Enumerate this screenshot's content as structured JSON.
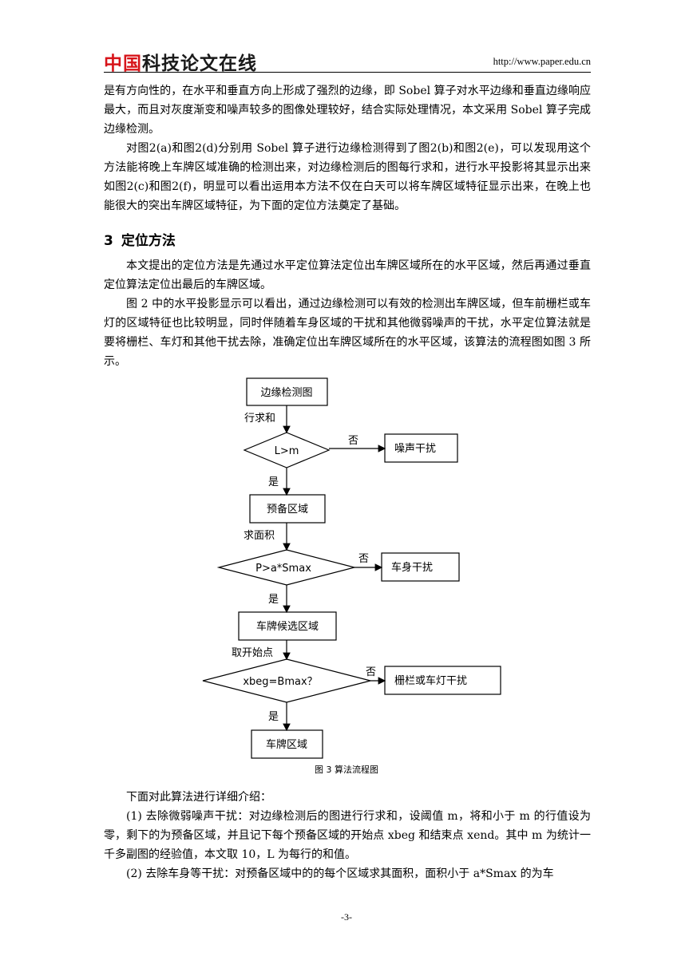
{
  "header": {
    "logo_red": "中国",
    "logo_dark": "科技论文在线",
    "url": "http://www.paper.edu.cn"
  },
  "paragraphs_top": [
    "是有方向性的，在水平和垂直方向上形成了强烈的边缘，即 Sobel 算子对水平边缘和垂直边缘响应最大，而且对灰度渐变和噪声较多的图像处理较好，结合实际处理情况，本文采用 Sobel 算子完成边缘检测。",
    "对图2(a)和图2(d)分别用 Sobel 算子进行边缘检测得到了图2(b)和图2(e)，可以发现用这个方法能将晚上车牌区域准确的检测出来，对边缘检测后的图每行求和，进行水平投影将其显示出来如图2(c)和图2(f)，明显可以看出运用本方法不仅在白天可以将车牌区域特征显示出来，在晚上也能很大的突出车牌区域特征，为下面的定位方法奠定了基础。"
  ],
  "section": {
    "number": "3",
    "title": "定位方法"
  },
  "paragraphs_mid": [
    "本文提出的定位方法是先通过水平定位算法定位出车牌区域所在的水平区域，然后再通过垂直定位算法定位出最后的车牌区域。",
    "图 2 中的水平投影显示可以看出，通过边缘检测可以有效的检测出车牌区域，但车前栅栏或车灯的区域特征也比较明显，同时伴随着车身区域的干扰和其他微弱噪声的干扰，水平定位算法就是要将栅栏、车灯和其他干扰去除，准确定位出车牌区域所在的水平区域，该算法的流程图如图 3 所示。"
  ],
  "flowchart": {
    "start": "边缘检测图",
    "step1": "行求和",
    "cond1": "L>m",
    "no1_result": "噪声干扰",
    "box2": "预备区域",
    "step2": "求面积",
    "cond2": "P>a*Smax",
    "no2_result": "车身干扰",
    "box3": "车牌候选区域",
    "step3": "取开始点",
    "cond3": "xbeg=Bmax？",
    "no3_result": "栅栏或车灯干扰",
    "end": "车牌区域",
    "yes": "是",
    "no": "否"
  },
  "caption": "图 3  算法流程图",
  "paragraphs_bottom": [
    "下面对此算法进行详细介绍：",
    "(1) 去除微弱噪声干扰：对边缘检测后的图进行行求和，设阈值 m，将和小于 m 的行值设为零，剩下的为预备区域，并且记下每个预备区域的开始点 xbeg 和结束点 xend。其中 m 为统计一千多副图的经验值，本文取 10，L 为每行的和值。",
    "(2) 去除车身等干扰：对预备区域中的的每个区域求其面积，面积小于 a*Smax 的为车"
  ],
  "page_number": "-3-"
}
